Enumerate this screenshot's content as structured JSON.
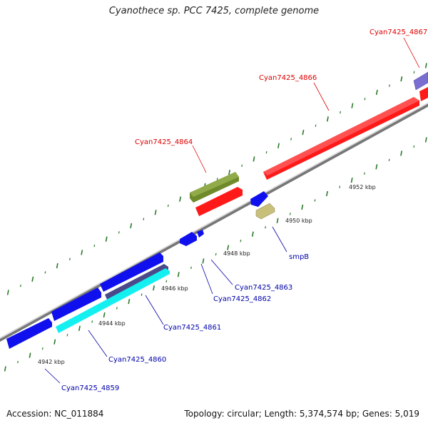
{
  "title": "Cyanothece sp. PCC 7425, complete genome",
  "footer": {
    "accession": "Accession: NC_011884",
    "topology": "Topology: circular; Length: 5,374,574 bp; Genes: 5,019"
  },
  "colors": {
    "backbone": "#8a8a8a",
    "tick": "#2a7a2a",
    "red": "#ff1a1a",
    "blue": "#1010ee",
    "cyan": "#14f0f0",
    "olive": "#6f8a2a",
    "khaki": "#c8bf7a",
    "violet": "#7a6fd0",
    "slate": "#4a4a8a",
    "red_label": "#dd0000",
    "blue_label": "#0000aa"
  },
  "kbp_labels": [
    "4942 kbp",
    "4944 kbp",
    "4946 kbp",
    "4948 kbp",
    "4950 kbp",
    "4952 kbp"
  ],
  "gene_labels": {
    "red": [
      "Cyan7425_4867",
      "Cyan7425_4866",
      "Cyan7425_4864"
    ],
    "blue": [
      "smpB",
      "Cyan7425_4863",
      "Cyan7425_4862",
      "Cyan7425_4861",
      "Cyan7425_4860",
      "Cyan7425_4859"
    ]
  }
}
